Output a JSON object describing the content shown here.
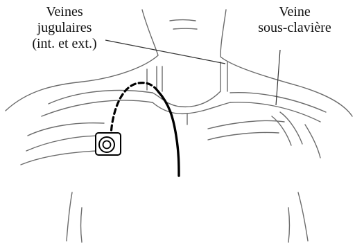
{
  "labels": {
    "jugular": {
      "line1": "Veines",
      "line2": "jugulaires",
      "line3": "(int. et ext.)"
    },
    "subclavian": {
      "line1": "Veine",
      "line2": "sous-clavière"
    }
  },
  "colors": {
    "outline": "#6b6b6b",
    "catheter": "#000000",
    "leader": "#333333",
    "text": "#111111"
  }
}
